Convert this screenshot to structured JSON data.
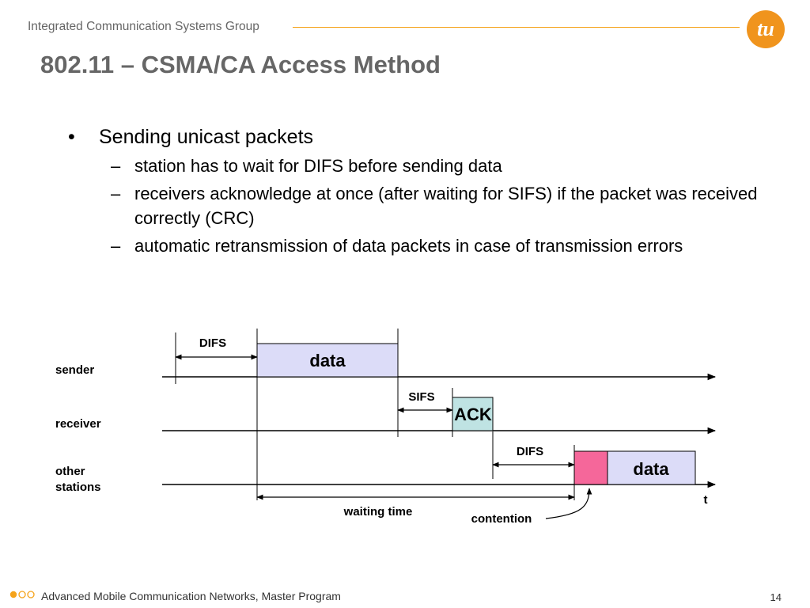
{
  "header": {
    "group_name": "Integrated Communication Systems Group",
    "logo_text": "tu",
    "accent_color": "#f5a31a",
    "logo_color": "#f0941d"
  },
  "title": "802.11 – CSMA/CA Access Method",
  "bullets": {
    "main": "Sending unicast packets",
    "marker": "•",
    "dash": "–",
    "subs": [
      "station has to wait for DIFS before sending data",
      "receivers acknowledge at once (after waiting for SIFS) if the packet was received correctly (CRC)",
      "automatic retransmission of data packets in case of transmission errors"
    ]
  },
  "diagram": {
    "rows": {
      "sender": "sender",
      "receiver": "receiver",
      "other_line1": "other",
      "other_line2": "stations"
    },
    "labels": {
      "difs_1": "DIFS",
      "data_1": "data",
      "sifs": "SIFS",
      "ack": "ACK",
      "difs_2": "DIFS",
      "data_2": "data",
      "t": "t",
      "waiting_time": "waiting time",
      "contention": "contention"
    },
    "colors": {
      "data_fill": "#dcdcf8",
      "ack_fill": "#bfe3e3",
      "contention_fill": "#f5679a"
    }
  },
  "footer": {
    "program": "Advanced Mobile Communication Networks, Master Program",
    "page": "14",
    "dot_color": "#f5a31a"
  }
}
